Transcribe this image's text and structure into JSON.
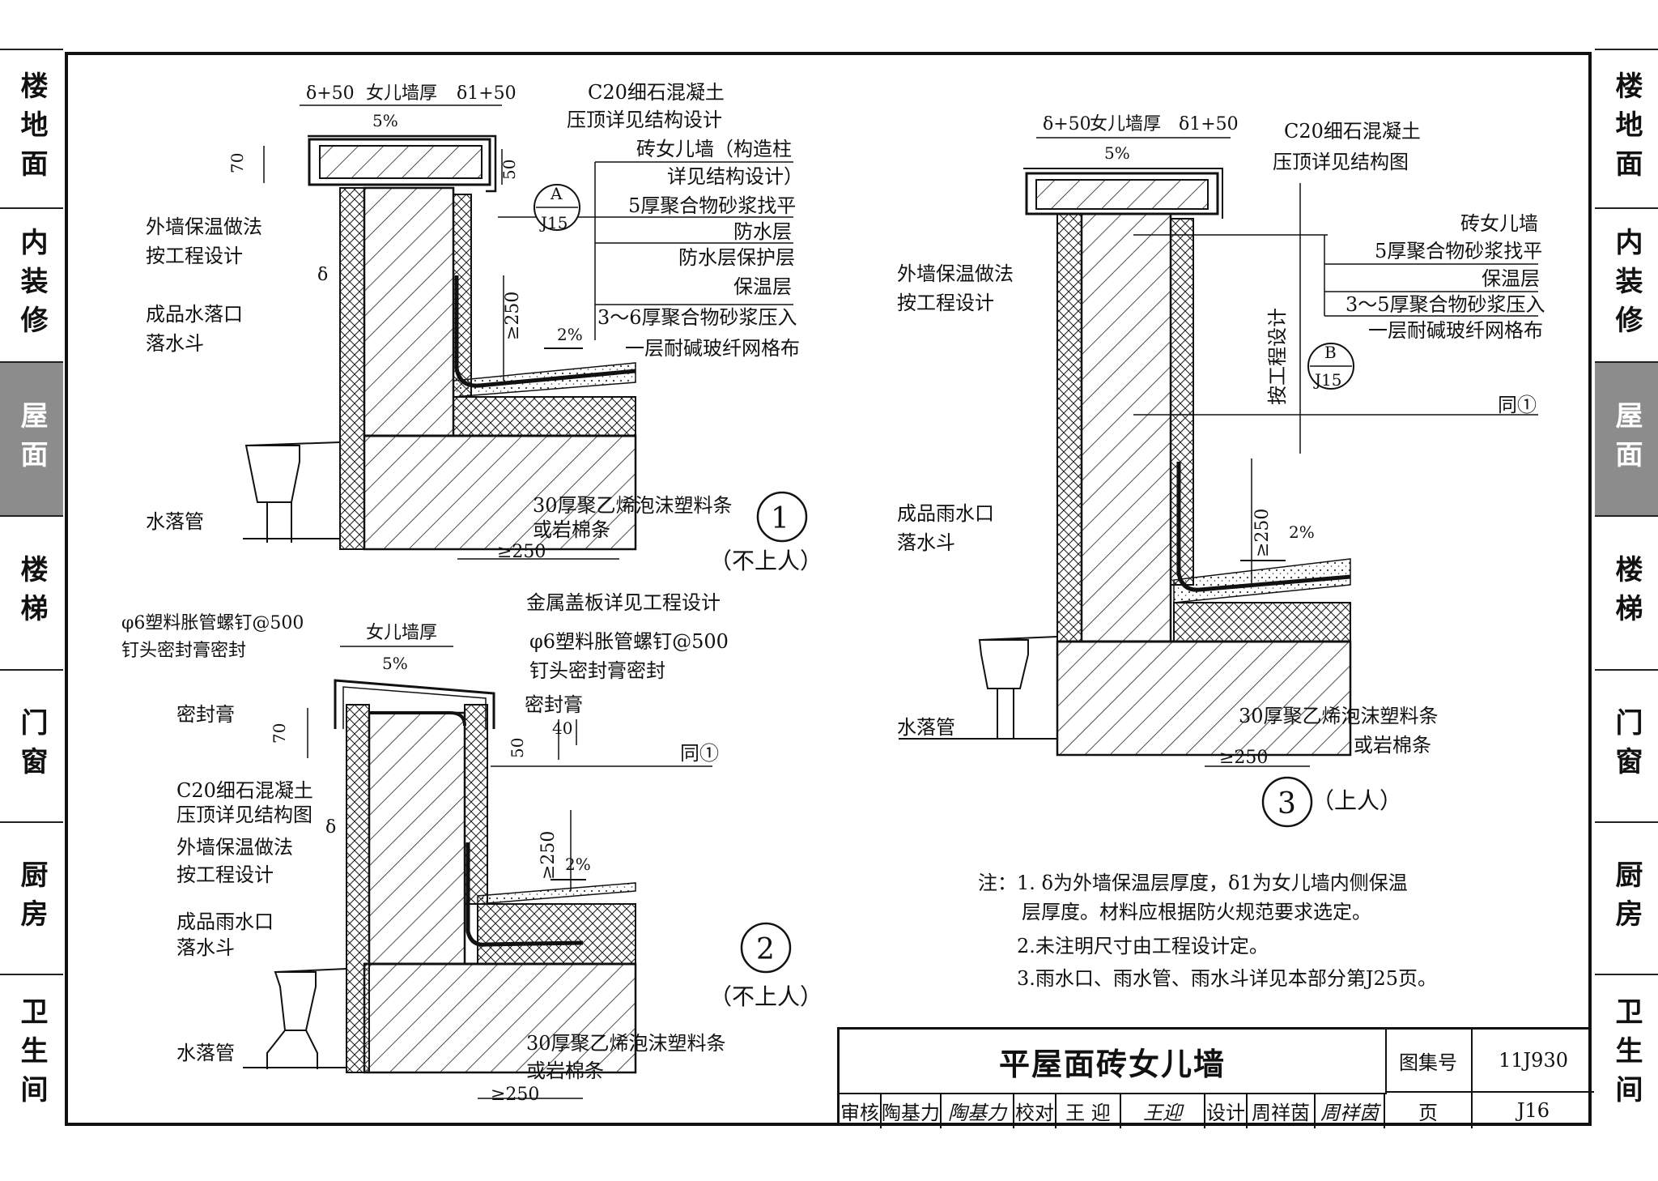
{
  "sidebar_left": [
    {
      "label": "楼地面",
      "active": false
    },
    {
      "label": "内装修",
      "active": false
    },
    {
      "label": "屋面",
      "active": true
    },
    {
      "label": "楼梯",
      "active": false
    },
    {
      "label": "门窗",
      "active": false
    },
    {
      "label": "厨房",
      "active": false
    },
    {
      "label": "卫生间",
      "active": false
    }
  ],
  "sidebar_right": [
    {
      "label": "楼地面",
      "active": false
    },
    {
      "label": "内装修",
      "active": false
    },
    {
      "label": "屋面",
      "active": true
    },
    {
      "label": "楼梯",
      "active": false
    },
    {
      "label": "门窗",
      "active": false
    },
    {
      "label": "厨房",
      "active": false
    },
    {
      "label": "卫生间",
      "active": false
    }
  ],
  "detail1": {
    "dim_top": [
      "δ+50",
      "女儿墙厚",
      "δ1+50"
    ],
    "slope": "5%",
    "dim_70": "70",
    "dim_50": "50",
    "dim_delta": "δ",
    "dim_250v": "≥250",
    "dim_250h": "≥250",
    "slope2": "2%",
    "callout_letter": "A",
    "callout_sheet": "J15",
    "labels_right": [
      "C20细石混凝土",
      "压顶详见结构设计",
      "砖女儿墙（构造柱",
      "详见结构设计）",
      "5厚聚合物砂浆找平",
      "防水层",
      "防水层保护层",
      "保温层",
      "3～6厚聚合物砂浆压入",
      "一层耐碱玻纤网格布"
    ],
    "labels_left": [
      "外墙保温做法",
      "按工程设计",
      "成品水落口",
      "落水斗",
      "水落管"
    ],
    "foam": [
      "30厚聚乙烯泡沫塑料条",
      "或岩棉条"
    ],
    "number": "1",
    "note": "（不上人）"
  },
  "detail2": {
    "dim_top": "女儿墙厚",
    "slope": "5%",
    "dim_70": "70",
    "dim_50": "50",
    "dim_40": "40",
    "dim_delta": "δ",
    "dim_250v": "≥250",
    "dim_250h": "≥250",
    "slope2": "2%",
    "labels_right": [
      "金属盖板详见工程设计",
      "φ6塑料胀管螺钉@500",
      "钉头密封膏密封",
      "密封膏",
      "同①"
    ],
    "labels_left": [
      "φ6塑料胀管螺钉@500",
      "钉头密封膏密封",
      "密封膏",
      "C20细石混凝土",
      "压顶详见结构图",
      "外墙保温做法",
      "按工程设计",
      "成品雨水口",
      "落水斗",
      "水落管"
    ],
    "foam": [
      "30厚聚乙烯泡沫塑料条",
      "或岩棉条"
    ],
    "number": "2",
    "note": "（不上人）"
  },
  "detail3": {
    "dim_top": [
      "δ+50",
      "女儿墙厚",
      "δ1+50"
    ],
    "slope": "5%",
    "dim_250v": "≥250",
    "dim_250h": "≥250",
    "slope2": "2%",
    "design_note": "按工程设计",
    "callout_letter": "B",
    "callout_sheet": "J15",
    "labels_right": [
      "C20细石混凝土",
      "压顶详见结构图",
      "砖女儿墙",
      "5厚聚合物砂浆找平",
      "保温层",
      "3～5厚聚合物砂浆压入",
      "一层耐碱玻纤网格布",
      "同①"
    ],
    "labels_left": [
      "外墙保温做法",
      "按工程设计",
      "成品雨水口",
      "落水斗",
      "水落管"
    ],
    "foam": [
      "30厚聚乙烯泡沫塑料条",
      "或岩棉条"
    ],
    "number": "3",
    "note": "（上人）"
  },
  "notes": [
    "注：1. δ为外墙保温层厚度，δ1为女儿墙内侧保温",
    "层厚度。材料应根据防火规范要求选定。",
    "2.未注明尺寸由工程设计定。",
    "3.雨水口、雨水管、雨水斗详见本部分第J25页。"
  ],
  "title_block": {
    "title": "平屋面砖女儿墙",
    "atlas_label": "图集号",
    "atlas_no": "11J930",
    "review_label": "审核",
    "reviewer": "陶基力",
    "reviewer_sig": "陶基力",
    "check_label": "校对",
    "checker": "王 迎",
    "checker_sig": "王迎",
    "design_label": "设计",
    "designer": "周祥茵",
    "designer_sig": "周祥茵",
    "page_label": "页",
    "page_no": "J16"
  }
}
